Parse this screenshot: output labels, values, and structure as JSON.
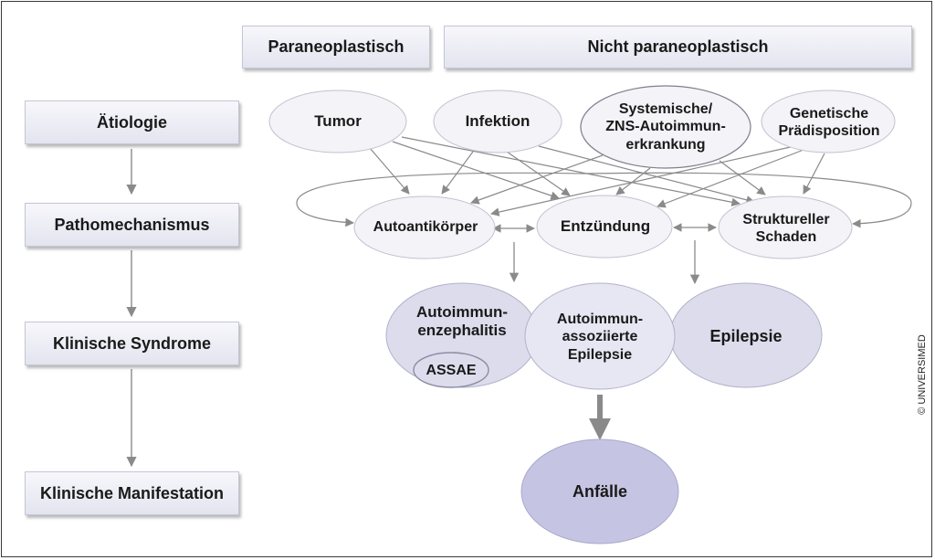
{
  "header": {
    "paraneoplastic": "Paraneoplastisch",
    "non_paraneoplastic": "Nicht paraneoplastisch"
  },
  "levels": [
    {
      "label": "Ätiologie"
    },
    {
      "label": "Pathomechanismus"
    },
    {
      "label": "Klinische Syndrome"
    },
    {
      "label": "Klinische Manifestation"
    }
  ],
  "etiology": {
    "tumor": "Tumor",
    "infection": "Infektion",
    "autoimmune": "Systemische/\nZNS-Autoimmun-\nerkrankung",
    "genetic": "Genetische\nPrädisposition"
  },
  "mechanism": {
    "autoantibodies": "Autoantikörper",
    "inflammation": "Entzündung",
    "structural": "Struktureller\nSchaden"
  },
  "syndromes": {
    "encephalitis": "Autoimmun-\nenzephalitis",
    "assae": "ASSAE",
    "associated_epilepsy": "Autoimmun-\nassoziierte\nEpilepsie",
    "epilepsy": "Epilepsie"
  },
  "manifestation": {
    "seizures": "Anfälle"
  },
  "copyright": "© UNIVERSIMED",
  "colors": {
    "box_fill": "#eceef6",
    "ellipse_fill": "#f3f3f8",
    "syndrome_fill": "#dcdcec",
    "seizure_fill": "#c5c5e3",
    "arrow": "#8a8a8a"
  }
}
